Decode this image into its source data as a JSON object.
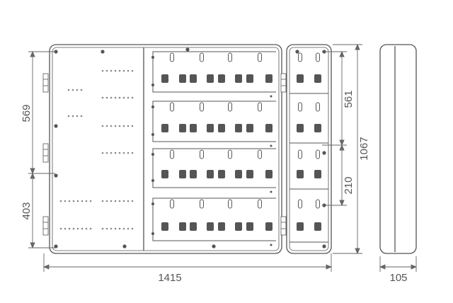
{
  "dimensions": {
    "total_width": "1415",
    "depth": "105",
    "total_height": "1067",
    "left_upper_height": "569",
    "left_lower_height": "403",
    "right_upper_height": "561",
    "right_lower_height": "210"
  },
  "colors": {
    "line": "#555555",
    "breaker": "#555555",
    "dim": "#666666"
  },
  "breaker_rows": 4,
  "breakers_per_row_main": 8,
  "breakers_per_row_side": 2
}
